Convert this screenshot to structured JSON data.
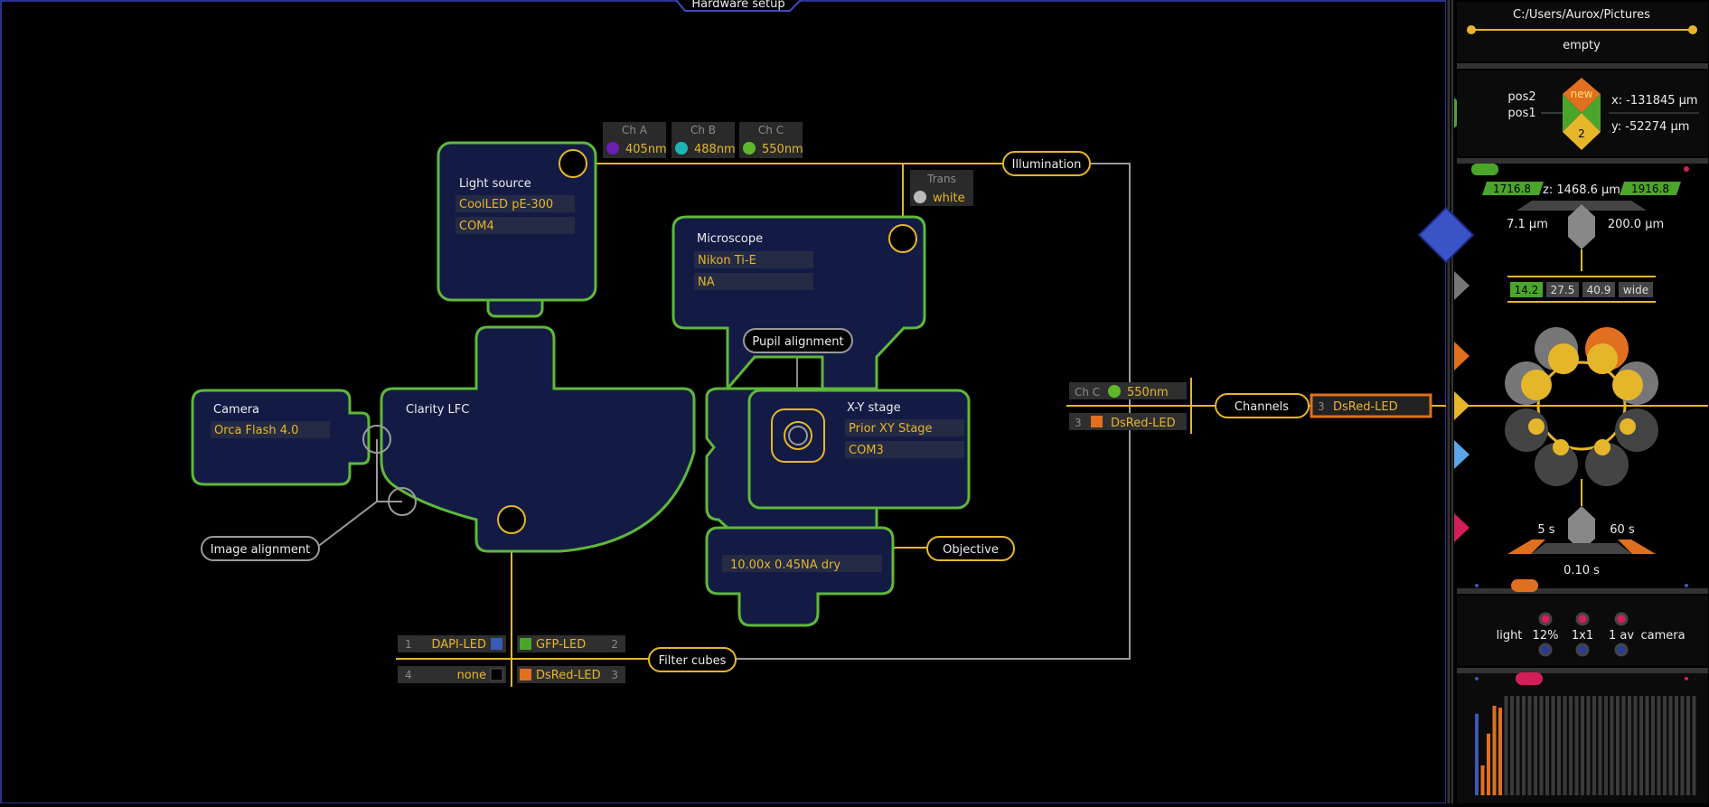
{
  "header": {
    "title": "Hardware setup"
  },
  "light_source": {
    "title": "Light source",
    "model": "CoolLED pE-300",
    "port": "COM4"
  },
  "channels_top": [
    {
      "label": "Ch A",
      "wavelength": "405nm",
      "color": "#6a1fb0"
    },
    {
      "label": "Ch B",
      "wavelength": "488nm",
      "color": "#1fb5b5"
    },
    {
      "label": "Ch C",
      "wavelength": "550nm",
      "color": "#5fb82a"
    }
  ],
  "trans": {
    "label": "Trans",
    "value": "white",
    "color": "#bbbbbb"
  },
  "illumination_label": "Illumination",
  "microscope": {
    "title": "Microscope",
    "model": "Nikon Ti-E",
    "na": "NA"
  },
  "pupil_alignment_label": "Pupil alignment",
  "camera": {
    "title": "Camera",
    "model": "Orca Flash 4.0"
  },
  "clarity_label": "Clarity LFC",
  "image_alignment_label": "Image alignment",
  "xy_stage": {
    "title": "X-Y stage",
    "model": "Prior XY Stage",
    "port": "COM3"
  },
  "objective": {
    "value": "10.00x   0.45NA  dry",
    "label": "Objective"
  },
  "filter_cubes": {
    "label": "Filter cubes",
    "items": [
      {
        "num": "1",
        "name": "DAPI-LED",
        "color": "#3a5ab8"
      },
      {
        "num": "2",
        "name": "GFP-LED",
        "color": "#4aa52a"
      },
      {
        "num": "4",
        "name": "none",
        "color": "#000000"
      },
      {
        "num": "3",
        "name": "DsRed-LED",
        "color": "#e0701f"
      }
    ]
  },
  "channel_assignment": {
    "ch_label": "Ch C",
    "ch_value": "550nm",
    "ch_color": "#5fb82a",
    "cube_num": "3",
    "cube_name": "DsRed-LED",
    "cube_color": "#e0701f",
    "channels_label": "Channels",
    "selected_num": "3",
    "selected_name": "DsRed-LED"
  },
  "side": {
    "path": "C:/Users/Aurox/Pictures",
    "path_status": "empty",
    "pos_labels": [
      "pos2",
      "pos1"
    ],
    "pos_new": "new",
    "pos_num": "2",
    "x_coord": "x: -131845 µm",
    "y_coord": "y:  -52274 µm",
    "z_left": "1716.8",
    "z_label": "z: 1468.6 µm",
    "z_right": "1916.8",
    "step_left": "7.1 µm",
    "step_right": "200.0 µm",
    "zoom_options": [
      "14.2",
      "27.5",
      "40.9",
      "wide"
    ],
    "exposure_left": "5 s",
    "exposure_right": "60 s",
    "exposure_value": "0.10 s",
    "cam_light_label": "light",
    "cam_light_value": "12%",
    "cam_bin": "1x1",
    "cam_avg": "1 av",
    "cam_label": "camera",
    "histogram_levels": [
      0.82,
      0.3,
      0.62,
      0.9,
      0.88,
      1,
      1,
      1,
      1,
      1,
      1,
      1,
      1,
      1,
      1,
      1,
      1,
      1,
      1,
      1,
      1,
      1,
      1,
      1,
      1,
      1,
      1,
      1,
      1,
      1,
      1,
      1,
      1,
      1,
      1,
      1,
      1,
      1
    ]
  },
  "colors": {
    "accent_yellow": "#e6b62a",
    "panel_blue": "#131b45",
    "outline_green": "#5fb83a",
    "orange": "#e0701f",
    "blue": "#3a5ab8",
    "magenta": "#d21f5a",
    "gray": "#777777"
  }
}
